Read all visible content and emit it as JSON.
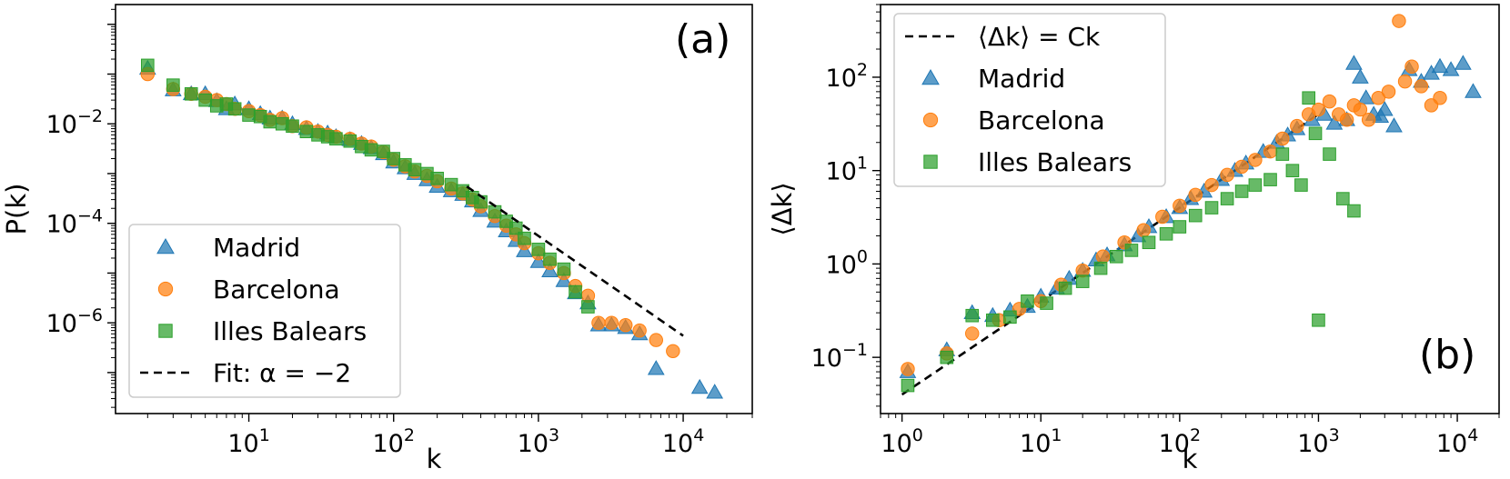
{
  "colors": {
    "madrid": "#1f77b4",
    "barcelona": "#ff7f0e",
    "baleares": "#2ca02c",
    "fit": "#000000"
  },
  "chart_data": [
    {
      "panel": "(a)",
      "type": "scatter",
      "xlabel": "k",
      "ylabel": "P(k)",
      "xscale": "log",
      "yscale": "log",
      "xlim": [
        1.2,
        30000
      ],
      "ylim": [
        1.5e-08,
        2.5
      ],
      "xticks": [
        {
          "base": "10",
          "exp": "1",
          "value": 10
        },
        {
          "base": "10",
          "exp": "2",
          "value": 100
        },
        {
          "base": "10",
          "exp": "3",
          "value": 1000
        },
        {
          "base": "10",
          "exp": "4",
          "value": 10000
        }
      ],
      "yticks": [
        {
          "base": "10",
          "exp": "−2",
          "value": 0.01
        },
        {
          "base": "10",
          "exp": "−4",
          "value": 0.0001
        },
        {
          "base": "10",
          "exp": "−6",
          "value": 1e-06
        }
      ],
      "legend_position": "lower-left",
      "legend": [
        "Madrid",
        "Barcelona",
        "Illes Balears",
        "Fit: α = −2"
      ],
      "series": [
        {
          "name": "Madrid",
          "marker": "triangle",
          "x": [
            2,
            3,
            4,
            5,
            6,
            7,
            8,
            10,
            12,
            14,
            17,
            20,
            25,
            30,
            35,
            40,
            50,
            60,
            70,
            85,
            100,
            120,
            140,
            170,
            200,
            250,
            300,
            350,
            400,
            500,
            600,
            700,
            800,
            1000,
            1200,
            1500,
            1800,
            2200,
            2600,
            3200,
            4000,
            5000,
            6500,
            13000,
            16500
          ],
          "y": [
            0.13,
            0.048,
            0.04,
            0.04,
            0.029,
            0.02,
            0.025,
            0.02,
            0.016,
            0.013,
            0.013,
            0.01,
            0.008,
            0.007,
            0.0065,
            0.0055,
            0.0048,
            0.004,
            0.0033,
            0.0025,
            0.0017,
            0.0013,
            0.001,
            0.00075,
            0.00055,
            0.00045,
            0.00038,
            0.00028,
            0.00018,
            0.00011,
            7e-05,
            4.5e-05,
            2.8e-05,
            1.7e-05,
            1.1e-05,
            7e-06,
            4e-06,
            2.5e-06,
            9e-07,
            9e-07,
            8e-07,
            6e-07,
            1.2e-07,
            5e-08,
            4e-08
          ]
        },
        {
          "name": "Barcelona",
          "marker": "circle",
          "x": [
            2,
            3,
            4,
            5,
            6,
            7,
            8,
            10,
            12,
            14,
            17,
            20,
            25,
            30,
            35,
            40,
            50,
            60,
            70,
            85,
            100,
            120,
            140,
            170,
            200,
            250,
            300,
            350,
            400,
            500,
            600,
            700,
            800,
            1000,
            1200,
            1500,
            1800,
            2200,
            2600,
            3200,
            4000,
            5000,
            6500,
            8500
          ],
          "y": [
            0.1,
            0.05,
            0.04,
            0.035,
            0.03,
            0.025,
            0.02,
            0.018,
            0.015,
            0.012,
            0.013,
            0.009,
            0.0085,
            0.007,
            0.006,
            0.0055,
            0.005,
            0.004,
            0.0035,
            0.0027,
            0.0019,
            0.0014,
            0.0011,
            0.0009,
            0.0007,
            0.0005,
            0.0004,
            0.0003,
            0.00022,
            0.00014,
            9e-05,
            6e-05,
            4e-05,
            2.5e-05,
            1.6e-05,
            1e-05,
            5.5e-06,
            3.5e-06,
            1e-06,
            1e-06,
            9e-07,
            7e-07,
            4.5e-07,
            2.7e-07
          ]
        },
        {
          "name": "Illes Balears",
          "marker": "square",
          "x": [
            2,
            3,
            4,
            5,
            6,
            7,
            8,
            10,
            12,
            14,
            17,
            20,
            25,
            30,
            35,
            40,
            50,
            60,
            70,
            85,
            100,
            120,
            140,
            170,
            200,
            250,
            300,
            350,
            400,
            500,
            600,
            700,
            800,
            1000,
            1200,
            1500,
            1800,
            2200
          ],
          "y": [
            0.15,
            0.06,
            0.04,
            0.03,
            0.023,
            0.025,
            0.02,
            0.015,
            0.014,
            0.011,
            0.01,
            0.009,
            0.007,
            0.006,
            0.0055,
            0.005,
            0.0045,
            0.0035,
            0.003,
            0.0028,
            0.002,
            0.0015,
            0.0012,
            0.001,
            0.0008,
            0.0006,
            0.00045,
            0.00033,
            0.00027,
            0.00017,
            0.00011,
            8e-05,
            5e-05,
            3e-05,
            1.9e-05,
            1.2e-05,
            4.2e-06,
            2.1e-06
          ]
        },
        {
          "name": "Fit: α = −2",
          "marker": "dashed-line",
          "x": [
            320,
            10000
          ],
          "y": [
            0.00055,
            5.5e-07
          ]
        }
      ]
    },
    {
      "panel": "(b)",
      "type": "scatter",
      "xlabel": "k",
      "ylabel": "⟨Δk⟩",
      "xscale": "log",
      "yscale": "log",
      "xlim": [
        0.7,
        20000
      ],
      "ylim": [
        0.025,
        600
      ],
      "xticks": [
        {
          "base": "10",
          "exp": "0",
          "value": 1
        },
        {
          "base": "10",
          "exp": "1",
          "value": 10
        },
        {
          "base": "10",
          "exp": "2",
          "value": 100
        },
        {
          "base": "10",
          "exp": "3",
          "value": 1000
        },
        {
          "base": "10",
          "exp": "4",
          "value": 10000
        }
      ],
      "yticks": [
        {
          "base": "10",
          "exp": "−1",
          "value": 0.1
        },
        {
          "base": "10",
          "exp": "0",
          "value": 1
        },
        {
          "base": "10",
          "exp": "1",
          "value": 10
        },
        {
          "base": "10",
          "exp": "2",
          "value": 100
        }
      ],
      "legend_position": "top-left",
      "legend": [
        "⟨Δk⟩ = Ck",
        "Madrid",
        "Barcelona",
        "Illes Balears"
      ],
      "series": [
        {
          "name": "⟨Δk⟩ = Ck",
          "marker": "dashed-line",
          "x": [
            1,
            1000
          ],
          "y": [
            0.04,
            40
          ]
        },
        {
          "name": "Madrid",
          "marker": "triangle",
          "x": [
            1.1,
            2.1,
            3.2,
            4.5,
            6,
            8,
            10,
            13,
            16,
            20,
            25,
            30,
            40,
            50,
            60,
            80,
            100,
            120,
            150,
            200,
            250,
            300,
            400,
            500,
            600,
            700,
            900,
            1100,
            1300,
            1600,
            1800,
            2000,
            2200,
            2500,
            2800,
            3000,
            3500,
            4500,
            5500,
            6500,
            7500,
            9000,
            11000,
            13000
          ],
          "y": [
            0.07,
            0.12,
            0.3,
            0.28,
            0.32,
            0.35,
            0.45,
            0.55,
            0.7,
            0.85,
            1.1,
            1.25,
            1.6,
            2,
            2.5,
            3.2,
            4,
            5,
            6,
            8,
            10,
            12,
            16,
            20,
            24,
            28,
            35,
            40,
            32,
            35,
            140,
            100,
            60,
            40,
            38,
            45,
            30,
            120,
            90,
            110,
            130,
            120,
            140,
            70
          ]
        },
        {
          "name": "Barcelona",
          "marker": "circle",
          "x": [
            1.1,
            2.1,
            3.2,
            5,
            7,
            10,
            14,
            20,
            28,
            40,
            55,
            75,
            100,
            130,
            170,
            220,
            280,
            350,
            450,
            550,
            700,
            850,
            1000,
            1200,
            1400,
            1600,
            1800,
            2000,
            2300,
            2700,
            3200,
            3800,
            4200,
            4700,
            5500,
            6500,
            7500
          ],
          "y": [
            0.075,
            0.11,
            0.18,
            0.25,
            0.33,
            0.4,
            0.6,
            0.85,
            1.2,
            1.7,
            2.3,
            3.2,
            4.2,
            5.5,
            7,
            9,
            11,
            13,
            16,
            22,
            30,
            40,
            45,
            55,
            40,
            35,
            50,
            45,
            35,
            60,
            70,
            400,
            90,
            130,
            80,
            50,
            60
          ]
        },
        {
          "name": "Illes Balears",
          "marker": "square",
          "x": [
            1.1,
            2.1,
            3.2,
            4.5,
            6,
            8,
            11,
            15,
            20,
            27,
            35,
            45,
            60,
            80,
            100,
            130,
            170,
            220,
            280,
            350,
            450,
            550,
            650,
            750,
            850,
            950,
            1000,
            1200,
            1500,
            1800
          ],
          "y": [
            0.05,
            0.1,
            0.28,
            0.25,
            0.27,
            0.4,
            0.38,
            0.55,
            0.65,
            0.9,
            1.2,
            1.4,
            1.7,
            2.1,
            2.5,
            3.3,
            4,
            5,
            6,
            7,
            8,
            15,
            10,
            7,
            60,
            25,
            0.25,
            15,
            5,
            3.7
          ]
        }
      ]
    }
  ]
}
